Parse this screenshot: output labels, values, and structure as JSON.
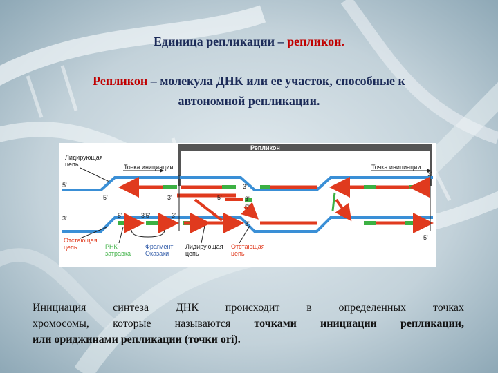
{
  "heading": {
    "line1_prefix": "Единица репликации – ",
    "line1_highlight": "репликон.",
    "line2_prefix": "Репликон",
    "line2_rest": " – молекула ДНК или ее участок, способные к",
    "line3": "автономной репликации."
  },
  "diagram": {
    "replicon": "Репликон",
    "origin_left": "Точка инициации",
    "origin_right": "Точка инициации",
    "leading_strand_1": "Лидирующая",
    "leading_strand_2": "цепь",
    "lagging_strand_1": "Отстающая",
    "lagging_strand_2": "цепь",
    "rna_primer_1": "РНК-",
    "rna_primer_2": "затравка",
    "okazaki_1": "Фрагмент",
    "okazaki_2": "Оказаки",
    "leading_bottom_1": "Лидирующая",
    "leading_bottom_2": "цепь",
    "lagging_bottom_1": "Отстающая",
    "lagging_bottom_2": "цепь",
    "end_5_top_left": "5'",
    "end_3_bottom_left": "3'",
    "end_3_top_right": "3'",
    "end_5_bottom_right": "5'",
    "m_5a": "5'",
    "m_3a": "3'",
    "m_5b": "5'",
    "m_3b": "3'",
    "m_35": "3'5'",
    "m_3c": "3'",
    "m_5c": "5'",
    "m_3d": "3'",
    "m_5d": "5'",
    "m_3e": "3'"
  },
  "body": {
    "l1": "Инициация синтеза ДНК происходит в определенных  точках",
    "l2_prefix": "хромосомы, которые называются ",
    "l2_bold": "точками инициации репликации,",
    "l3_bold": "или ориджинами репликации (точки ori)."
  },
  "colors": {
    "heading": "#1c2b58",
    "highlight": "#c00000",
    "parent_strand": "#3a8fd6",
    "new_strand": "#e03a1e",
    "primer": "#3cb043"
  }
}
